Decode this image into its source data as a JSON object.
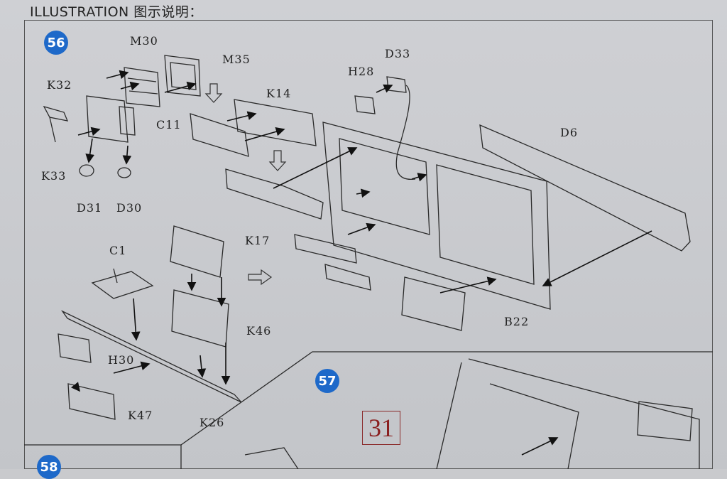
{
  "header": {
    "title": "ILLUSTRATION 图示说明："
  },
  "steps": {
    "s56": "56",
    "s57": "57",
    "s58": "58"
  },
  "page_number": "31",
  "parts": {
    "m30": "M30",
    "m35": "M35",
    "k32": "K32",
    "c11": "C11",
    "k33": "K33",
    "d31": "D31",
    "d30": "D30",
    "k14": "K14",
    "h28": "H28",
    "d33": "D33",
    "d6": "D6",
    "c1": "C1",
    "k17": "K17",
    "k46": "K46",
    "h30": "H30",
    "k47": "K47",
    "k26": "K26",
    "b22": "B22"
  },
  "colors": {
    "badge": "#1e69c9",
    "page_number": "#8a1f1f"
  }
}
